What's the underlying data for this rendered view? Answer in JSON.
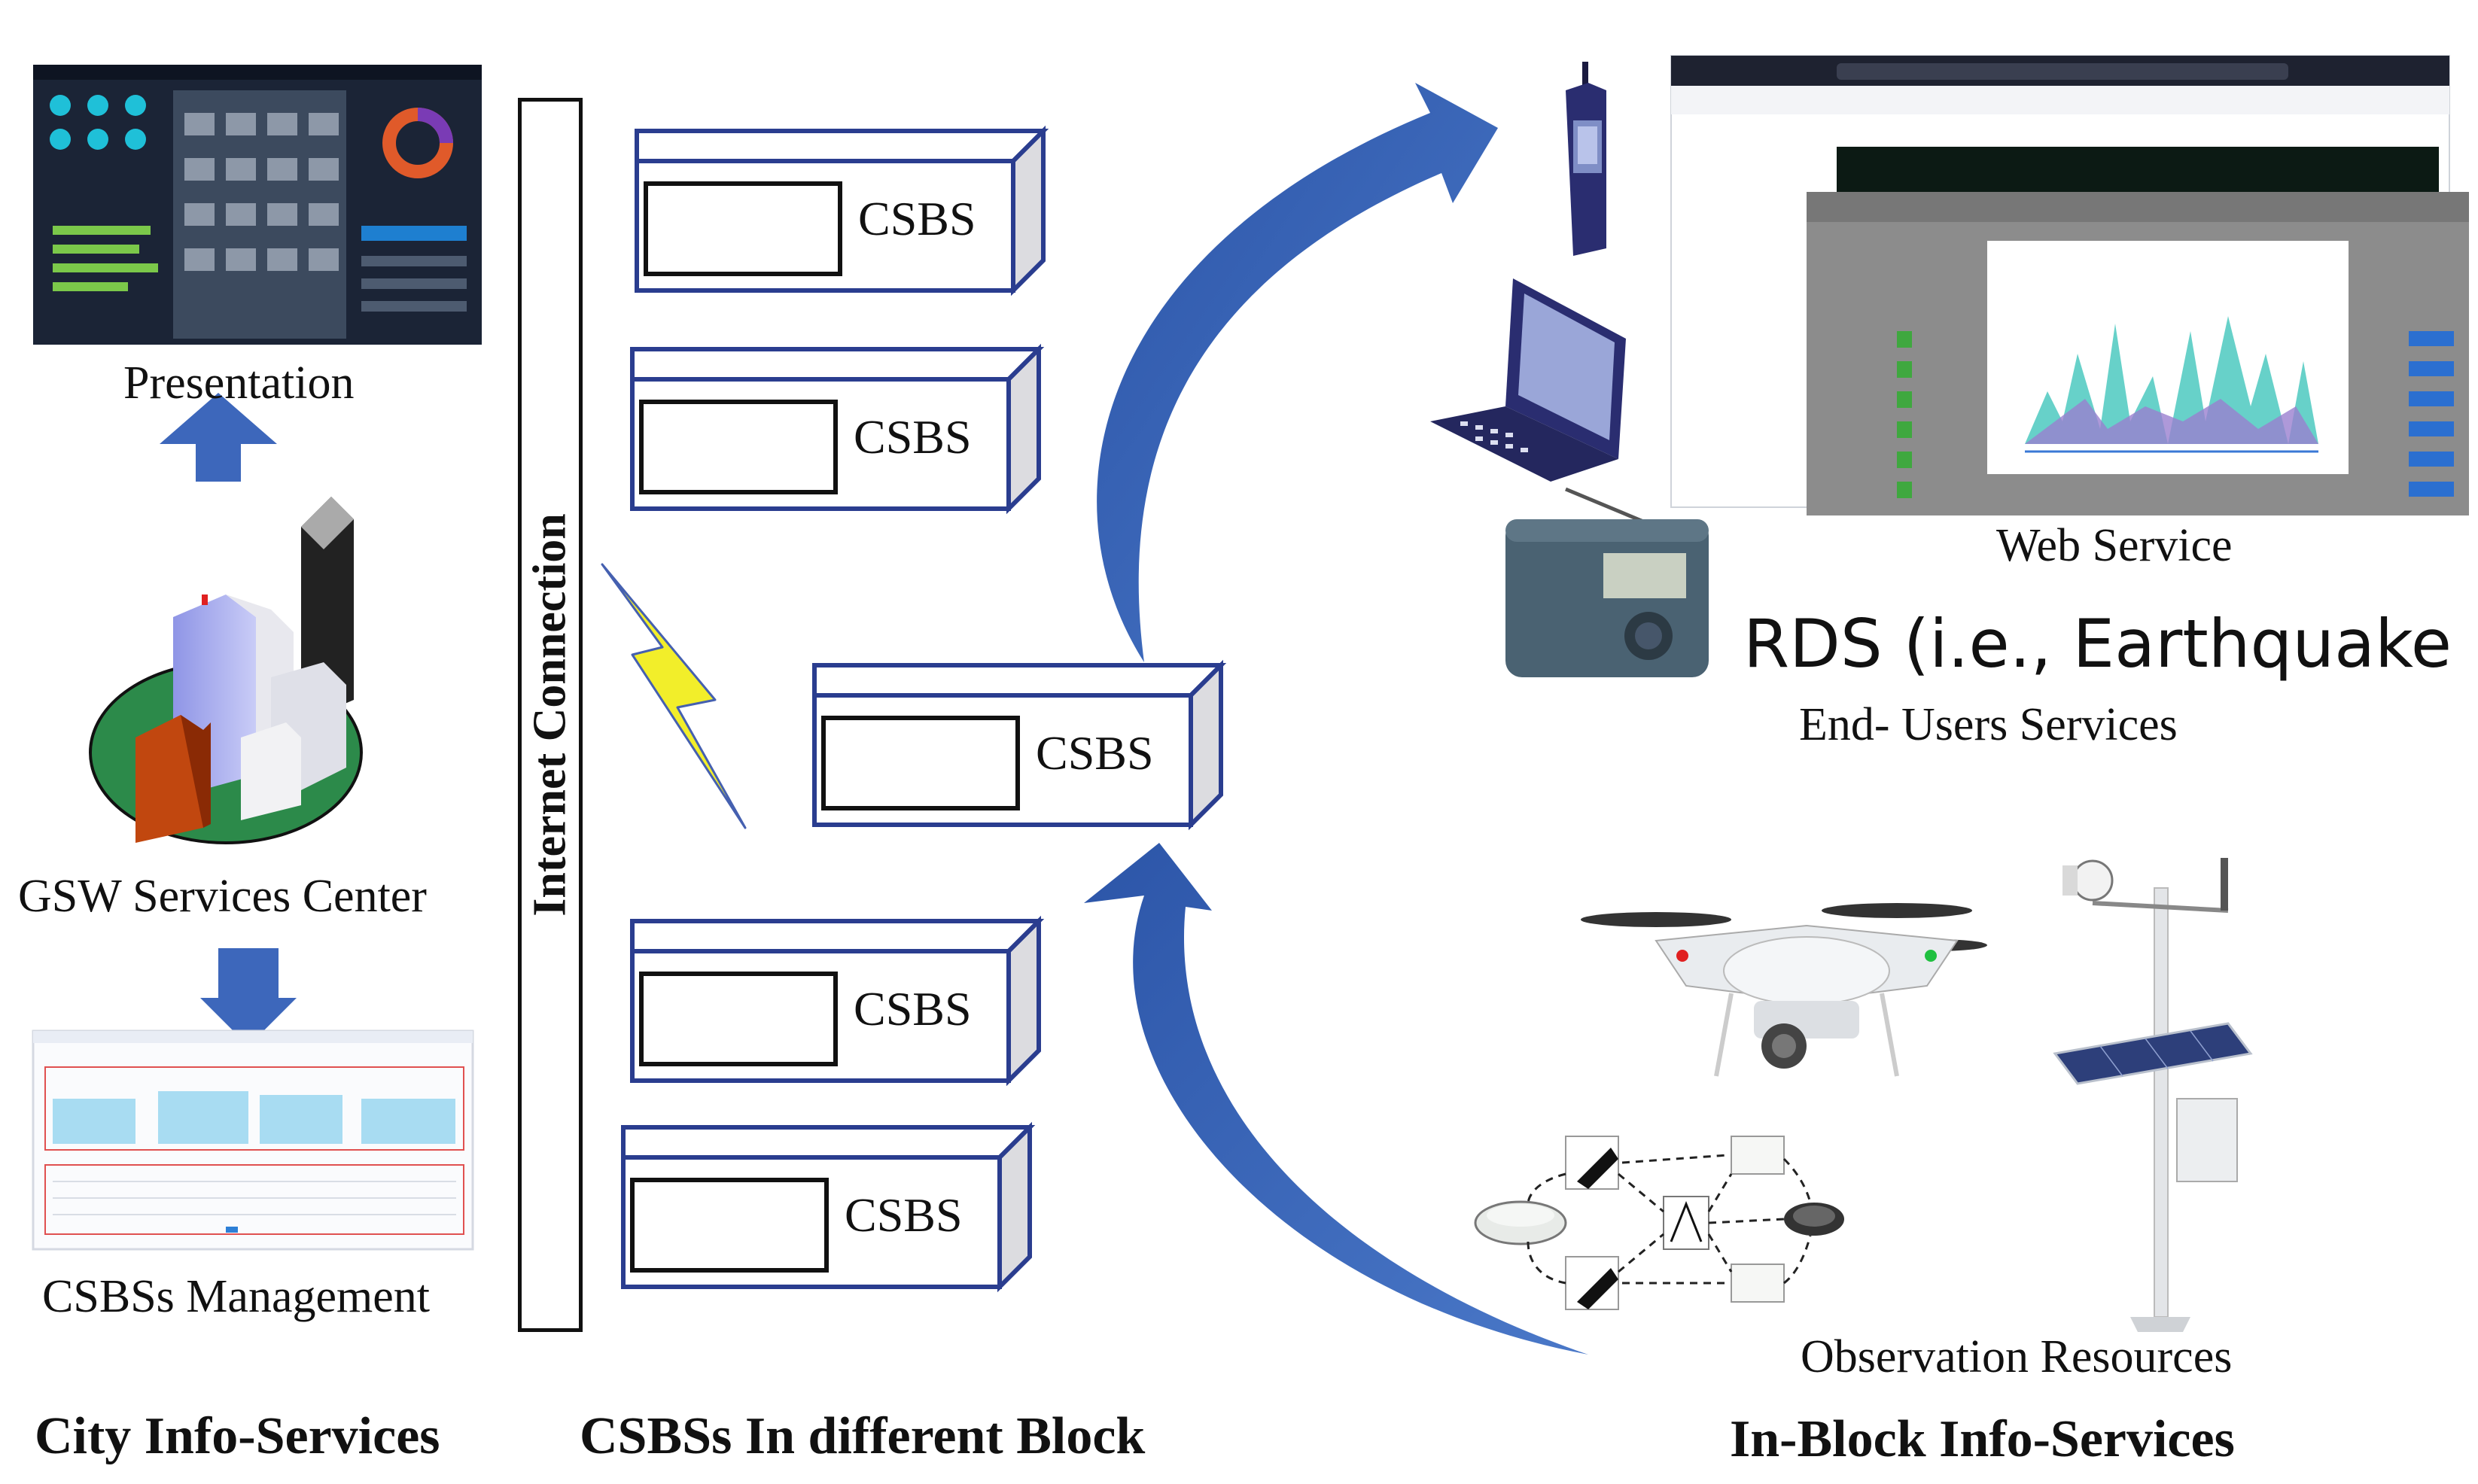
{
  "left": {
    "presentation": "Presentation",
    "services_center": "GSW Services Center",
    "management": "CSBSs Management"
  },
  "middle": {
    "internet": "Internet Connection",
    "box_label": "CSBS"
  },
  "right": {
    "web_service": "Web Service",
    "rds": "RDS  (i.e., Earthquake Info)",
    "end_users": "End- Users Services",
    "observation": "Observation Resources"
  },
  "footer": {
    "city": "City Info-Services",
    "block": "CSBSs In different Block",
    "in_block": "In-Block Info-Services"
  },
  "colors": {
    "arrow": "#3d67bb",
    "box_outline": "#2a3d8f",
    "lightning": "#f2ee2a"
  }
}
